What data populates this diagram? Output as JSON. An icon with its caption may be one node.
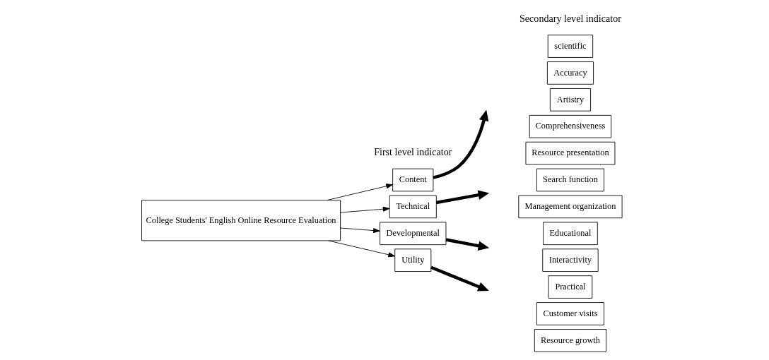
{
  "diagram": {
    "nodes": [
      {
        "text": [
          "College Students' English Online Resource Evaluation"
        ]
      },
      {
        "text": [
          "Content"
        ]
      },
      {
        "text": [
          "Technical"
        ]
      },
      {
        "text": [
          "Developmental"
        ]
      },
      {
        "text": [
          "Utility"
        ]
      },
      {
        "text": [
          "scientific"
        ]
      },
      {
        "text": [
          "Accuracy"
        ]
      },
      {
        "text": [
          "Artistry"
        ]
      },
      {
        "text": [
          "Comprehensiveness"
        ]
      },
      {
        "text": [
          "Resource presentation"
        ]
      },
      {
        "text": [
          "Search function"
        ]
      },
      {
        "text": [
          "Management organization"
        ]
      },
      {
        "text": [
          "Educational"
        ]
      },
      {
        "text": [
          "Interactivity"
        ]
      },
      {
        "text": [
          "Practical"
        ]
      },
      {
        "text": [
          "Customer visits"
        ]
      },
      {
        "text": [
          "Resource growth"
        ]
      }
    ],
    "edges": [
      {
        "from": 0,
        "to": 1,
        "arrow": "to"
      },
      {
        "from": 0,
        "to": 2,
        "arrow": "to"
      },
      {
        "from": 0,
        "to": 3,
        "arrow": "to"
      },
      {
        "from": 0,
        "to": 4,
        "arrow": "to"
      },
      {
        "from": 1,
        "to": null,
        "arrow": "to",
        "style": "thick"
      },
      {
        "from": 2,
        "to": null,
        "arrow": "to",
        "style": "thick"
      },
      {
        "from": 3,
        "to": null,
        "arrow": "to",
        "style": "thick"
      },
      {
        "from": 4,
        "to": null,
        "arrow": "to",
        "style": "thick"
      }
    ],
    "labels": [
      "Secondary level indicator",
      "First level indicator"
    ]
  }
}
